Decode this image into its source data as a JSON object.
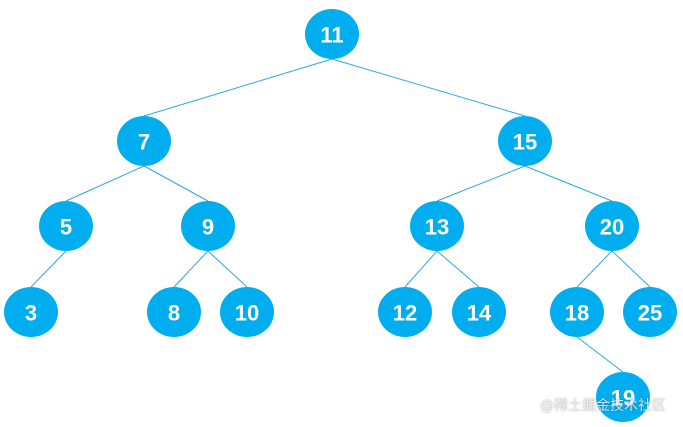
{
  "colors": {
    "node_fill": "#00aeef",
    "edge": "#2aa8df",
    "label": "#ffffff"
  },
  "tree": {
    "nodes": [
      {
        "id": "11",
        "label": "11"
      },
      {
        "id": "7",
        "label": "7"
      },
      {
        "id": "15",
        "label": "15"
      },
      {
        "id": "5",
        "label": "5"
      },
      {
        "id": "9",
        "label": "9"
      },
      {
        "id": "13",
        "label": "13"
      },
      {
        "id": "20",
        "label": "20"
      },
      {
        "id": "3",
        "label": "3"
      },
      {
        "id": "8",
        "label": "8"
      },
      {
        "id": "10",
        "label": "10"
      },
      {
        "id": "12",
        "label": "12"
      },
      {
        "id": "14",
        "label": "14"
      },
      {
        "id": "18",
        "label": "18"
      },
      {
        "id": "25",
        "label": "25"
      },
      {
        "id": "19",
        "label": "19"
      }
    ],
    "edges": [
      [
        "11",
        "7"
      ],
      [
        "11",
        "15"
      ],
      [
        "7",
        "5"
      ],
      [
        "7",
        "9"
      ],
      [
        "15",
        "13"
      ],
      [
        "15",
        "20"
      ],
      [
        "5",
        "3"
      ],
      [
        "9",
        "8"
      ],
      [
        "9",
        "10"
      ],
      [
        "13",
        "12"
      ],
      [
        "13",
        "14"
      ],
      [
        "20",
        "18"
      ],
      [
        "20",
        "25"
      ],
      [
        "18",
        "19"
      ]
    ]
  },
  "watermark": "@稀土掘金技术社区"
}
